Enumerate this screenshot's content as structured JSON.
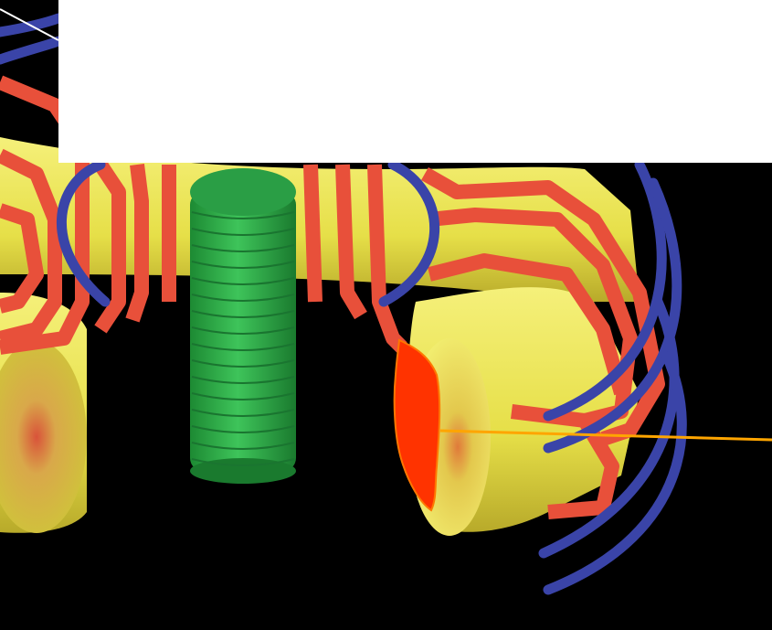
{
  "diagram": {
    "colors": {
      "background": "#000000",
      "plasma_torus": "#e8e24a",
      "toroidal_field_coils": "#e8503a",
      "poloidal_field_coils": "#3a44a8",
      "central_solenoid": "#2fae48",
      "highlighted_cross_section": "#ff3300",
      "pointer_line": "#ffa500",
      "callout_box": "#ffffff"
    },
    "components": [
      {
        "name": "plasma-torus",
        "color_key": "plasma_torus"
      },
      {
        "name": "toroidal-field-coils",
        "color_key": "toroidal_field_coils"
      },
      {
        "name": "poloidal-field-coils",
        "color_key": "poloidal_field_coils"
      },
      {
        "name": "central-solenoid",
        "color_key": "central_solenoid"
      },
      {
        "name": "highlighted-cross-section",
        "color_key": "highlighted_cross_section"
      }
    ]
  }
}
